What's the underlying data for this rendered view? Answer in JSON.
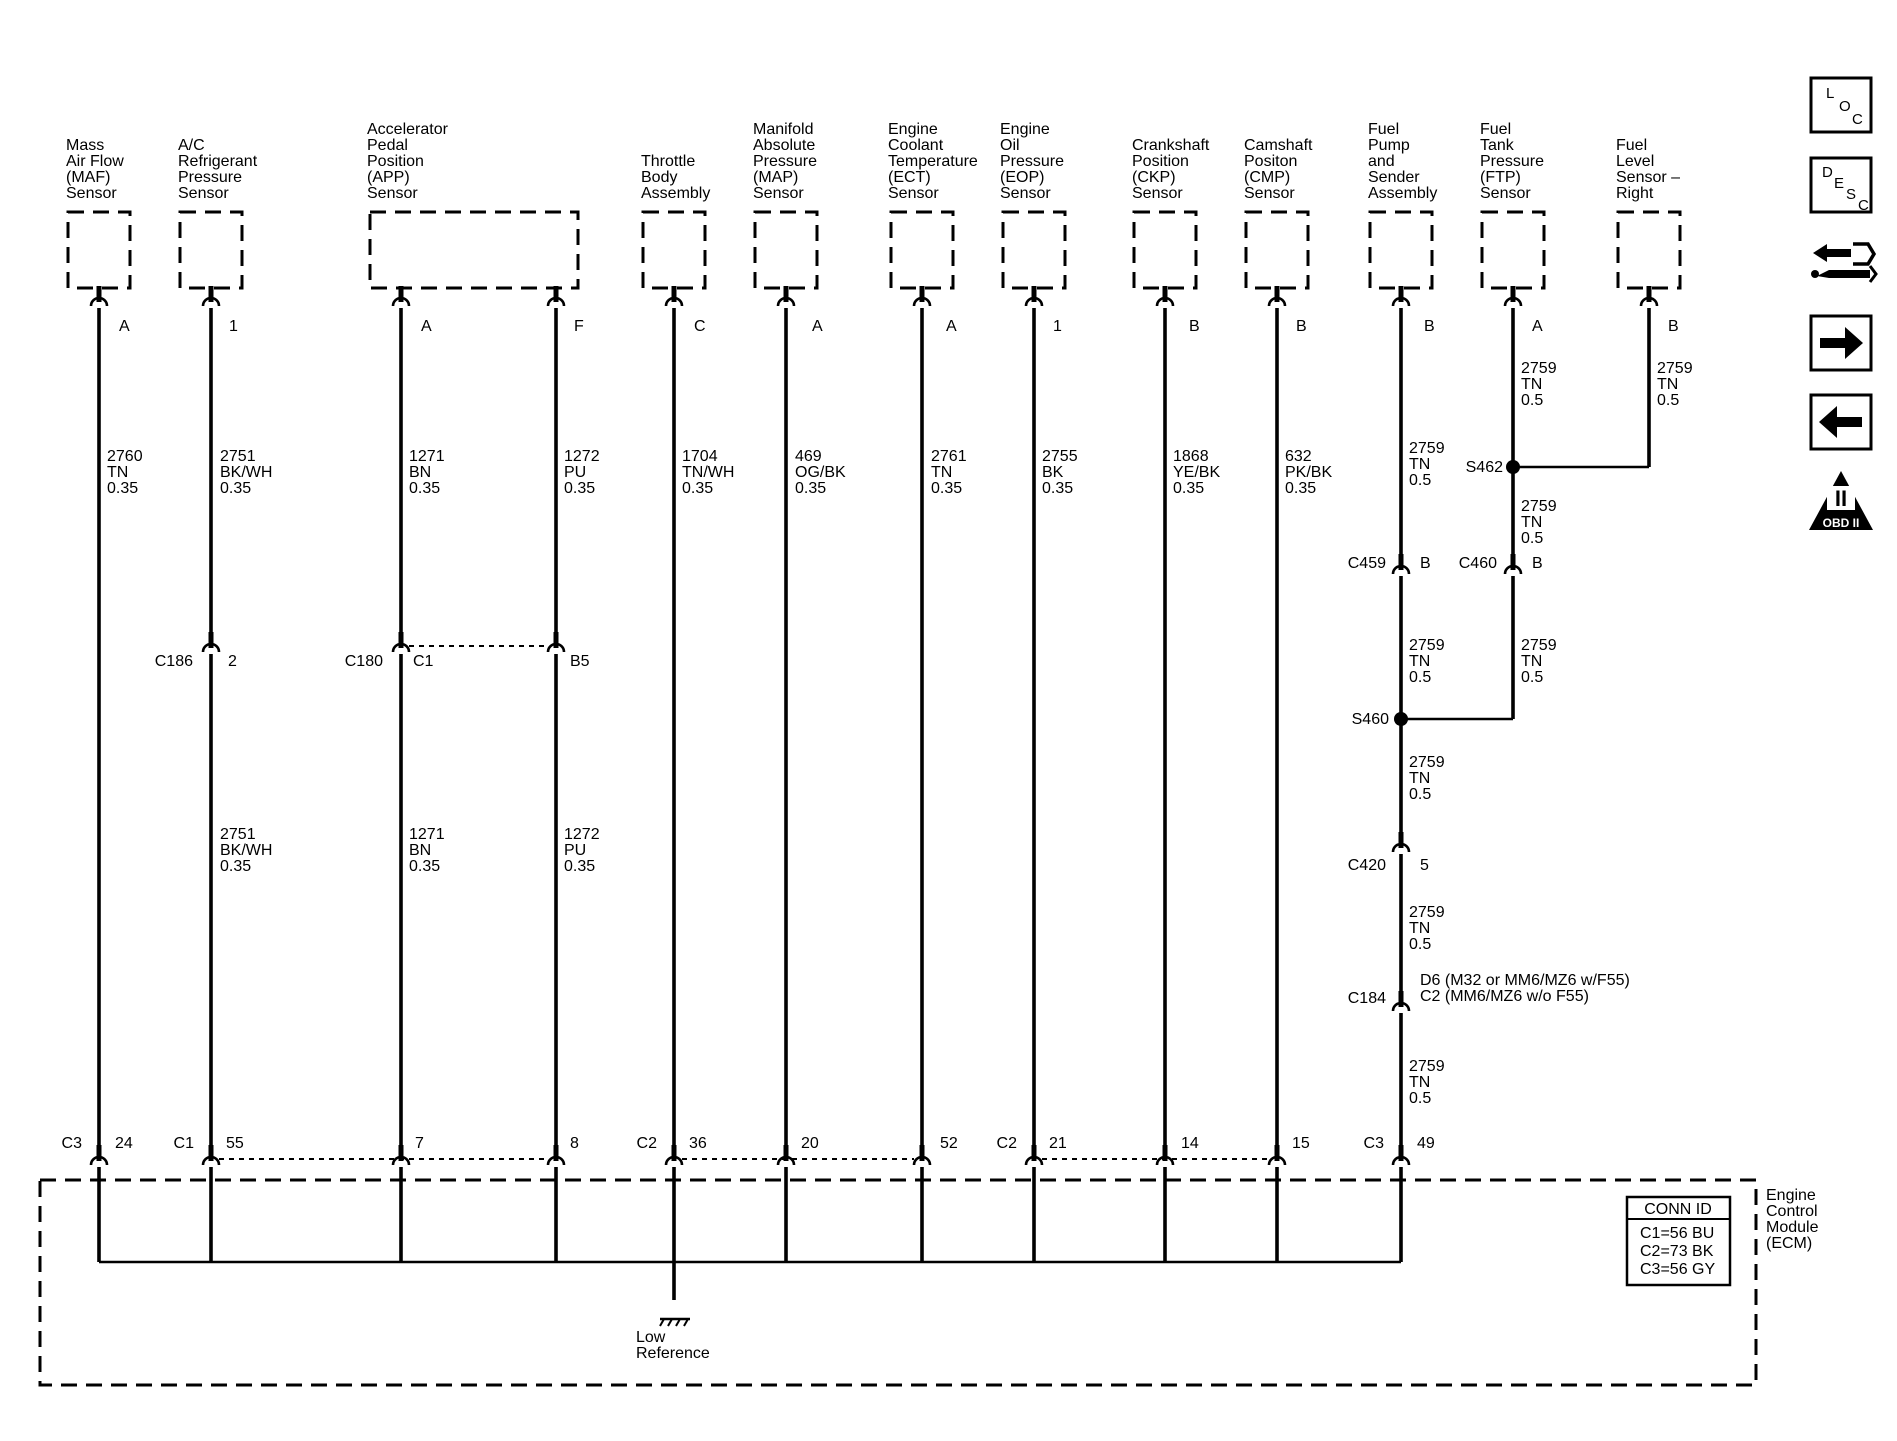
{
  "sensors": [
    {
      "name": [
        "Mass",
        "Air Flow",
        "(MAF)",
        "Sensor"
      ],
      "pins": [
        {
          "pin": "A",
          "wire": [
            "2760",
            "TN",
            "0.35"
          ],
          "ecm_conn": "C3",
          "ecm_pin": "24"
        }
      ]
    },
    {
      "name": [
        "A/C",
        "Refrigerant",
        "Pressure",
        "Sensor"
      ],
      "pins": [
        {
          "pin": "1",
          "wire": [
            "2751",
            "BK/WH",
            "0.35"
          ],
          "inline": {
            "id": "C186",
            "pin": "2"
          },
          "wire_after": [
            "2751",
            "BK/WH",
            "0.35"
          ],
          "ecm_conn": "C1",
          "ecm_pin": "55"
        }
      ]
    },
    {
      "name": [
        "Accelerator",
        "Pedal",
        "Position",
        "(APP)",
        "Sensor"
      ],
      "pins": [
        {
          "pin": "A",
          "wire": [
            "1271",
            "BN",
            "0.35"
          ],
          "inline": {
            "id": "C180",
            "pin": "C1"
          },
          "wire_after": [
            "1271",
            "BN",
            "0.35"
          ],
          "ecm_conn": "",
          "ecm_pin": "7"
        },
        {
          "pin": "F",
          "wire": [
            "1272",
            "PU",
            "0.35"
          ],
          "inline": {
            "id": "",
            "pin": "B5"
          },
          "wire_after": [
            "1272",
            "PU",
            "0.35"
          ],
          "ecm_conn": "",
          "ecm_pin": "8"
        }
      ]
    },
    {
      "name": [
        "Throttle",
        "Body",
        "Assembly"
      ],
      "pins": [
        {
          "pin": "C",
          "wire": [
            "1704",
            "TN/WH",
            "0.35"
          ],
          "ecm_conn": "C2",
          "ecm_pin": "36"
        }
      ]
    },
    {
      "name": [
        "Manifold",
        "Absolute",
        "Pressure",
        "(MAP)",
        "Sensor"
      ],
      "pins": [
        {
          "pin": "A",
          "wire": [
            "469",
            "OG/BK",
            "0.35"
          ],
          "ecm_conn": "",
          "ecm_pin": "20"
        }
      ]
    },
    {
      "name": [
        "Engine",
        "Coolant",
        "Temperature",
        "(ECT)",
        "Sensor"
      ],
      "pins": [
        {
          "pin": "A",
          "wire": [
            "2761",
            "TN",
            "0.35"
          ],
          "ecm_conn": "",
          "ecm_pin": "52"
        }
      ]
    },
    {
      "name": [
        "Engine",
        "Oil",
        "Pressure",
        "(EOP)",
        "Sensor"
      ],
      "pins": [
        {
          "pin": "1",
          "wire": [
            "2755",
            "BK",
            "0.35"
          ],
          "ecm_conn": "C2",
          "ecm_pin": "21"
        }
      ]
    },
    {
      "name": [
        "Crankshaft",
        "Position",
        "(CKP)",
        "Sensor"
      ],
      "pins": [
        {
          "pin": "B",
          "wire": [
            "1868",
            "YE/BK",
            "0.35"
          ],
          "ecm_conn": "",
          "ecm_pin": "14"
        }
      ]
    },
    {
      "name": [
        "Camshaft",
        "Positon",
        "(CMP)",
        "Sensor"
      ],
      "pins": [
        {
          "pin": "B",
          "wire": [
            "632",
            "PK/BK",
            "0.35"
          ],
          "ecm_conn": "",
          "ecm_pin": "15"
        }
      ]
    },
    {
      "name": [
        "Fuel",
        "Pump",
        "and",
        "Sender",
        "Assembly"
      ],
      "pins": [
        {
          "pin": "B",
          "wire": [
            "2759",
            "TN",
            "0.5"
          ]
        }
      ]
    },
    {
      "name": [
        "Fuel",
        "Tank",
        "Pressure",
        "(FTP)",
        "Sensor"
      ],
      "pins": [
        {
          "pin": "A",
          "wire": [
            "2759",
            "TN",
            "0.5"
          ]
        }
      ]
    },
    {
      "name": [
        "Fuel",
        "Level",
        "Sensor –",
        "Right"
      ],
      "pins": [
        {
          "pin": "B",
          "wire": [
            "2759",
            "TN",
            "0.5"
          ]
        }
      ]
    }
  ],
  "fuel_circuit": {
    "s462": "S462",
    "ftp_below_s462": [
      "2759",
      "TN",
      "0.5"
    ],
    "c459": {
      "id": "C459",
      "pin": "B"
    },
    "c460": {
      "id": "C460",
      "pin": "B"
    },
    "pump_below_c459": [
      "2759",
      "TN",
      "0.5"
    ],
    "ftp_below_c460": [
      "2759",
      "TN",
      "0.5"
    ],
    "s460": "S460",
    "below_s460": [
      "2759",
      "TN",
      "0.5"
    ],
    "c420": {
      "id": "C420",
      "pin": "5"
    },
    "below_c420": [
      "2759",
      "TN",
      "0.5"
    ],
    "c184": {
      "id": "C184",
      "pin_lines": [
        "D6 (M32 or MM6/MZ6 w/F55)",
        "C2 (MM6/MZ6 w/o F55)"
      ]
    },
    "below_c184": [
      "2759",
      "TN",
      "0.5"
    ],
    "ecm_conn": "C3",
    "ecm_pin": "49"
  },
  "ecm": {
    "name": [
      "Engine",
      "Control",
      "Module",
      "(ECM)"
    ],
    "conn_id_title": "CONN ID",
    "conn_ids": [
      "C1=56 BU",
      "C2=73 BK",
      "C3=56 GY"
    ],
    "ground_label": [
      "Low",
      "Reference"
    ]
  },
  "nav": {
    "loc": [
      "L",
      "O",
      "C"
    ],
    "desc": [
      "D",
      "E",
      "S",
      "C"
    ],
    "obd": "OBD II",
    "obd_numeral": "II"
  },
  "icons": [
    "loc-icon",
    "desc-icon",
    "diagnostic-connector-icon",
    "arrow-right-icon",
    "arrow-left-icon",
    "obd-ii-icon"
  ]
}
